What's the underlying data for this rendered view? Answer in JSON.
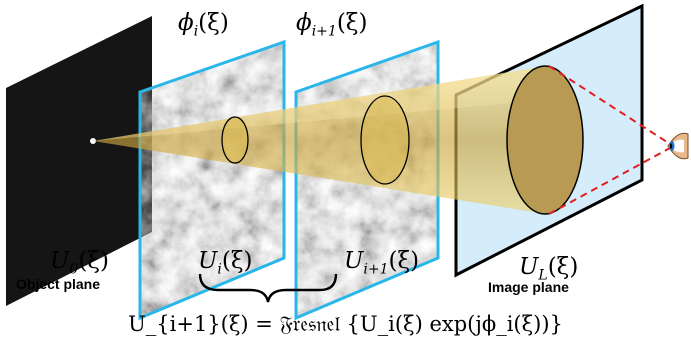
{
  "labels": {
    "u0": "U",
    "u0_sub": "0",
    "u0_arg": "(ξ)",
    "ui": "U",
    "ui_sub": "i",
    "ui_arg": "(ξ)",
    "ui1": "U",
    "ui1_sub": "i+1",
    "ui1_arg": "(ξ)",
    "ul": "U",
    "ul_sub": "L",
    "ul_arg": "(ξ)",
    "phii": "ϕ",
    "phii_sub": "i",
    "phii_arg": "(ξ)",
    "phii1": "ϕ",
    "phii1_sub": "i+1",
    "phii1_arg": "(ξ)"
  },
  "captions": {
    "object_plane": "Object plane",
    "image_plane": "Image plane"
  },
  "equation": "U_{i+1}(ξ) = 𝔉𝔯𝔢𝔰𝔫𝔢𝔩 {U_i(ξ) exp(jϕ_i(ξ))}",
  "colors": {
    "object_plane": "#151515",
    "phase_border": "#29b6e8",
    "image_plane_fill": "#d5ecfb",
    "beam": "#d8b84a",
    "ray": "#e02020"
  }
}
